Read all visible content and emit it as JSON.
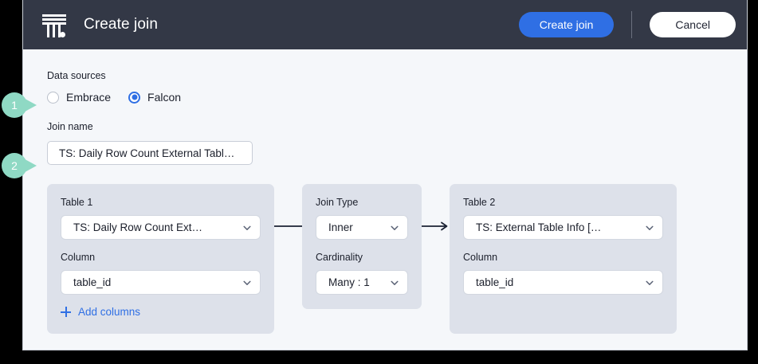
{
  "header": {
    "logo_icon": "company-logo-icon",
    "title": "Create join",
    "primary_button": "Create join",
    "secondary_button": "Cancel",
    "primary_color": "#2f6fe4",
    "background_color": "#333846"
  },
  "form": {
    "data_sources": {
      "label": "Data sources",
      "options": [
        {
          "label": "Embrace",
          "selected": false
        },
        {
          "label": "Falcon",
          "selected": true
        }
      ]
    },
    "join_name": {
      "label": "Join name",
      "value": "TS: Daily Row Count External Tabl…"
    }
  },
  "cards": {
    "table1": {
      "title": "Table 1",
      "table_select": {
        "value": "TS: Daily Row Count Ext…"
      },
      "column_label": "Column",
      "column_select": {
        "value": "table_id"
      },
      "add_columns_label": "Add columns",
      "add_columns_icon": "plus-icon"
    },
    "join_type": {
      "title": "Join Type",
      "join_select": {
        "value": "Inner"
      },
      "cardinality_label": "Cardinality",
      "cardinality_select": {
        "value": "Many : 1"
      }
    },
    "table2": {
      "title": "Table 2",
      "table_select": {
        "value": "TS: External Table Info […"
      },
      "column_label": "Column",
      "column_select": {
        "value": "table_id"
      }
    }
  },
  "annotations": {
    "badge_color": "#8fd9c4",
    "items": [
      {
        "number": "1"
      },
      {
        "number": "2"
      }
    ]
  }
}
